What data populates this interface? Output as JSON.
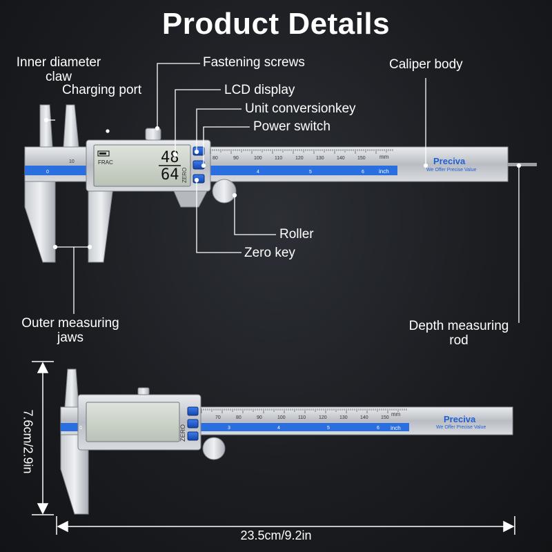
{
  "title": "Product Details",
  "labels": {
    "inner_claw": "Inner diameter\nclaw",
    "charging_port": "Charging port",
    "fastening_screws": "Fastening screws",
    "lcd_display": "LCD display",
    "unit_key": "Unit conversionkey",
    "power_switch": "Power switch",
    "caliper_body": "Caliper body",
    "roller": "Roller",
    "zero_key": "Zero key",
    "outer_jaws": "Outer measuring\njaws",
    "depth_rod": "Depth measuring\nrod"
  },
  "display": {
    "mode": "FRAC",
    "numerator": "48",
    "denominator": "64",
    "zero_label": "ZERO"
  },
  "scale": {
    "mm_unit": "mm",
    "inch_unit": "inch",
    "main_mm_ticks_top": [
      "80",
      "90",
      "100",
      "110",
      "120",
      "130",
      "140",
      "150"
    ],
    "main_inch_ticks_top": [
      "4",
      "5",
      "6"
    ],
    "main_mm_ticks_bottom": [
      "70",
      "80",
      "90",
      "100",
      "110",
      "120",
      "130",
      "140",
      "150"
    ],
    "main_inch_ticks_bottom": [
      "3",
      "4",
      "5",
      "6"
    ],
    "jaw_mm_ticks": [
      "10"
    ],
    "jaw_zero": "0"
  },
  "brand": {
    "name": "Preciva",
    "tagline": "We Offer Precise Value",
    "accent": "#1f5fd6"
  },
  "dimensions": {
    "height": "7.6cm/2.9in",
    "width": "23.5cm/9.2in"
  }
}
